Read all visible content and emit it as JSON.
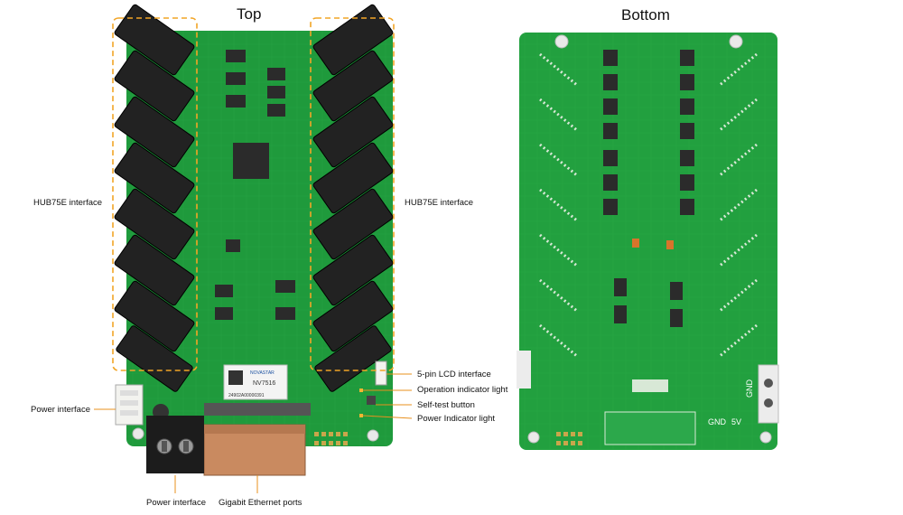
{
  "titles": {
    "top": "Top",
    "bottom": "Bottom"
  },
  "labels": {
    "hub75e_left": "HUB75E interface",
    "hub75e_right": "HUB75E interface",
    "power_interface_left": "Power interface",
    "power_interface_bottom": "Power interface",
    "gigabit_ports": "Gigabit Ethernet ports",
    "lcd_interface": "5-pin LCD interface",
    "operation_light": "Operation indicator light",
    "self_test": "Self-test button",
    "power_light": "Power Indicator light"
  },
  "board": {
    "brand": "NOVASTAR",
    "model": "NV7516",
    "serial": "24902A00000391",
    "silkscreen": {
      "gnd_1": "GND",
      "five_v": "5V",
      "gnd_2": "GND"
    }
  },
  "colors": {
    "pcb": "#1f9a3c",
    "pcb_dark": "#15752b",
    "accent_dash": "#f2a526",
    "leader": "#e8901e"
  }
}
